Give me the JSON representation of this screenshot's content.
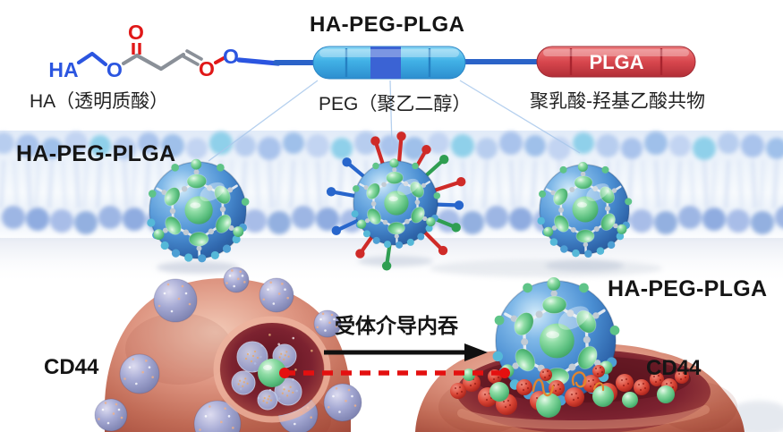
{
  "figure": {
    "top": {
      "title": "HA-PEG-PLGA",
      "chem": {
        "ha": "HA",
        "o_ester": "O",
        "o_carbonyl": "O",
        "o_oxime": "O",
        "o_link": "O"
      },
      "ha_label": "HA（透明质酸）",
      "peg_label": "PEG（聚乙二醇）",
      "plga_capsule": "PLGA",
      "plga_label": "聚乳酸-羟基乙酸共物"
    },
    "membrane": {
      "label": "HA-PEG-PLGA"
    },
    "bottom": {
      "endocytosis_label": "受体介导内吞",
      "cd44_left": "CD44",
      "cd44_right": "CD44",
      "np_label": "HA-PEG-PLGA"
    },
    "colors": {
      "peg_blue": "#41b1e6",
      "peg_dark_segment": "#3b63d4",
      "peg_divider": "#2580c2",
      "backbone_blue": "#2b63c8",
      "plga_red": "#d8474e",
      "plga_divider": "#a8242e",
      "chem_blue": "#2b55e0",
      "chem_red": "#e01818",
      "chem_grey": "#8a9098",
      "np_blue": "#4a8ed2",
      "np_green": "#57bd7c",
      "lattice_silver": "#edf1f5",
      "node_grey": "#c2cbd4",
      "rim_teal": "#4d9fd4",
      "rim_green": "#5fc488",
      "spike_red": "#cf2b28",
      "spike_green": "#2f9e52",
      "spike_blue": "#2866cc",
      "membrane_head": "#aec6ea",
      "cell_red": "#c06a55",
      "bump_purple": "#8e93c6",
      "vesicle_blue": "#aab8e2",
      "crater_dark": "#6b1722",
      "raspberry_red": "#d94434",
      "receptor_orange": "#e2852f",
      "arrow_black": "#101010",
      "dash_red": "#e41010"
    }
  }
}
